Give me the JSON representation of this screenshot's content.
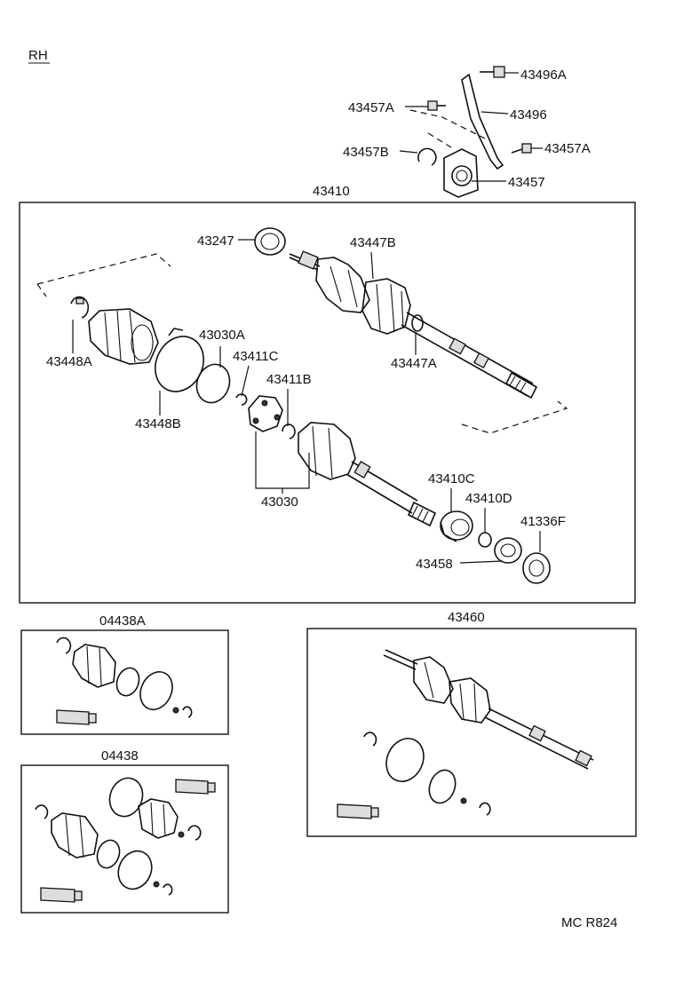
{
  "header": {
    "side_label": "RH"
  },
  "labels": {
    "p43496A": "43496A",
    "p43457A_top": "43457A",
    "p43496": "43496",
    "p43457B": "43457B",
    "p43457A_right": "43457A",
    "p43457": "43457",
    "p43410": "43410",
    "p43247": "43247",
    "p43447B": "43447B",
    "p43448A": "43448A",
    "p43030A": "43030A",
    "p43411C": "43411C",
    "p43447A": "43447A",
    "p43411B": "43411B",
    "p43448B": "43448B",
    "p43030": "43030",
    "p43410C": "43410C",
    "p43410D": "43410D",
    "p41336F": "41336F",
    "p43458": "43458",
    "p04438A": "04438A",
    "p43460": "43460",
    "p04438": "04438"
  },
  "footer": {
    "code": "MC R824"
  },
  "colors": {
    "ink": "#111111",
    "paper": "#ffffff"
  }
}
